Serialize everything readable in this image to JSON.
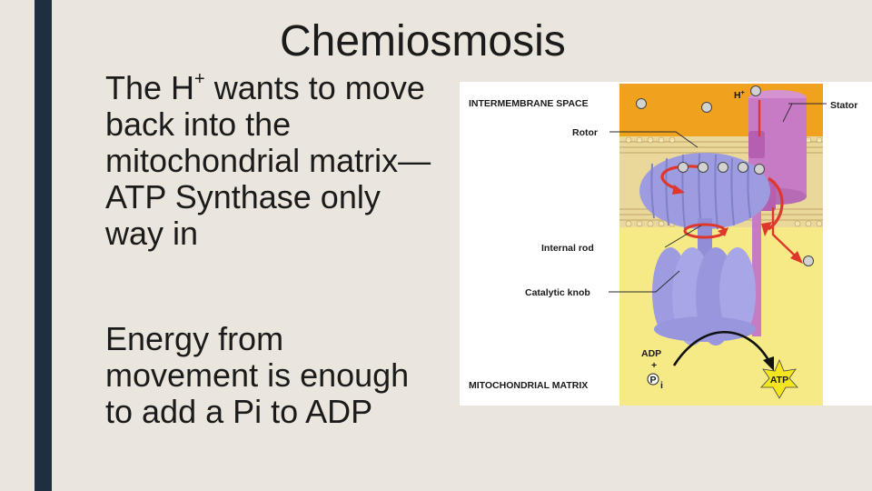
{
  "slide": {
    "title": "Chemiosmosis",
    "bullet1": {
      "pre": "The H",
      "sup": "+",
      "post": " wants to move back into the mitochondrial matrix—ATP Synthase only way in"
    },
    "bullet2": "Energy from movement is enough to add a Pi to ADP"
  },
  "figure": {
    "labels": {
      "intermembrane_space": "INTERMEMBRANE SPACE",
      "h_ion": "H",
      "h_ion_sup": "+",
      "stator": "Stator",
      "rotor": "Rotor",
      "internal_rod": "Internal rod",
      "catalytic_knob": "Catalytic knob",
      "adp": "ADP",
      "plus": "+",
      "p_circle": "P",
      "p_sub": "i",
      "mitochondrial_matrix": "MITOCHONDRIAL MATRIX",
      "atp": "ATP"
    },
    "colors": {
      "intermembrane": "#f0a21f",
      "matrix": "#f6ea86",
      "membrane": "#ead79a",
      "enzyme": "#9d9ce0",
      "stator": "#c77bc4",
      "arrow": "#e0372c",
      "atp_star": "#f3e621"
    }
  }
}
